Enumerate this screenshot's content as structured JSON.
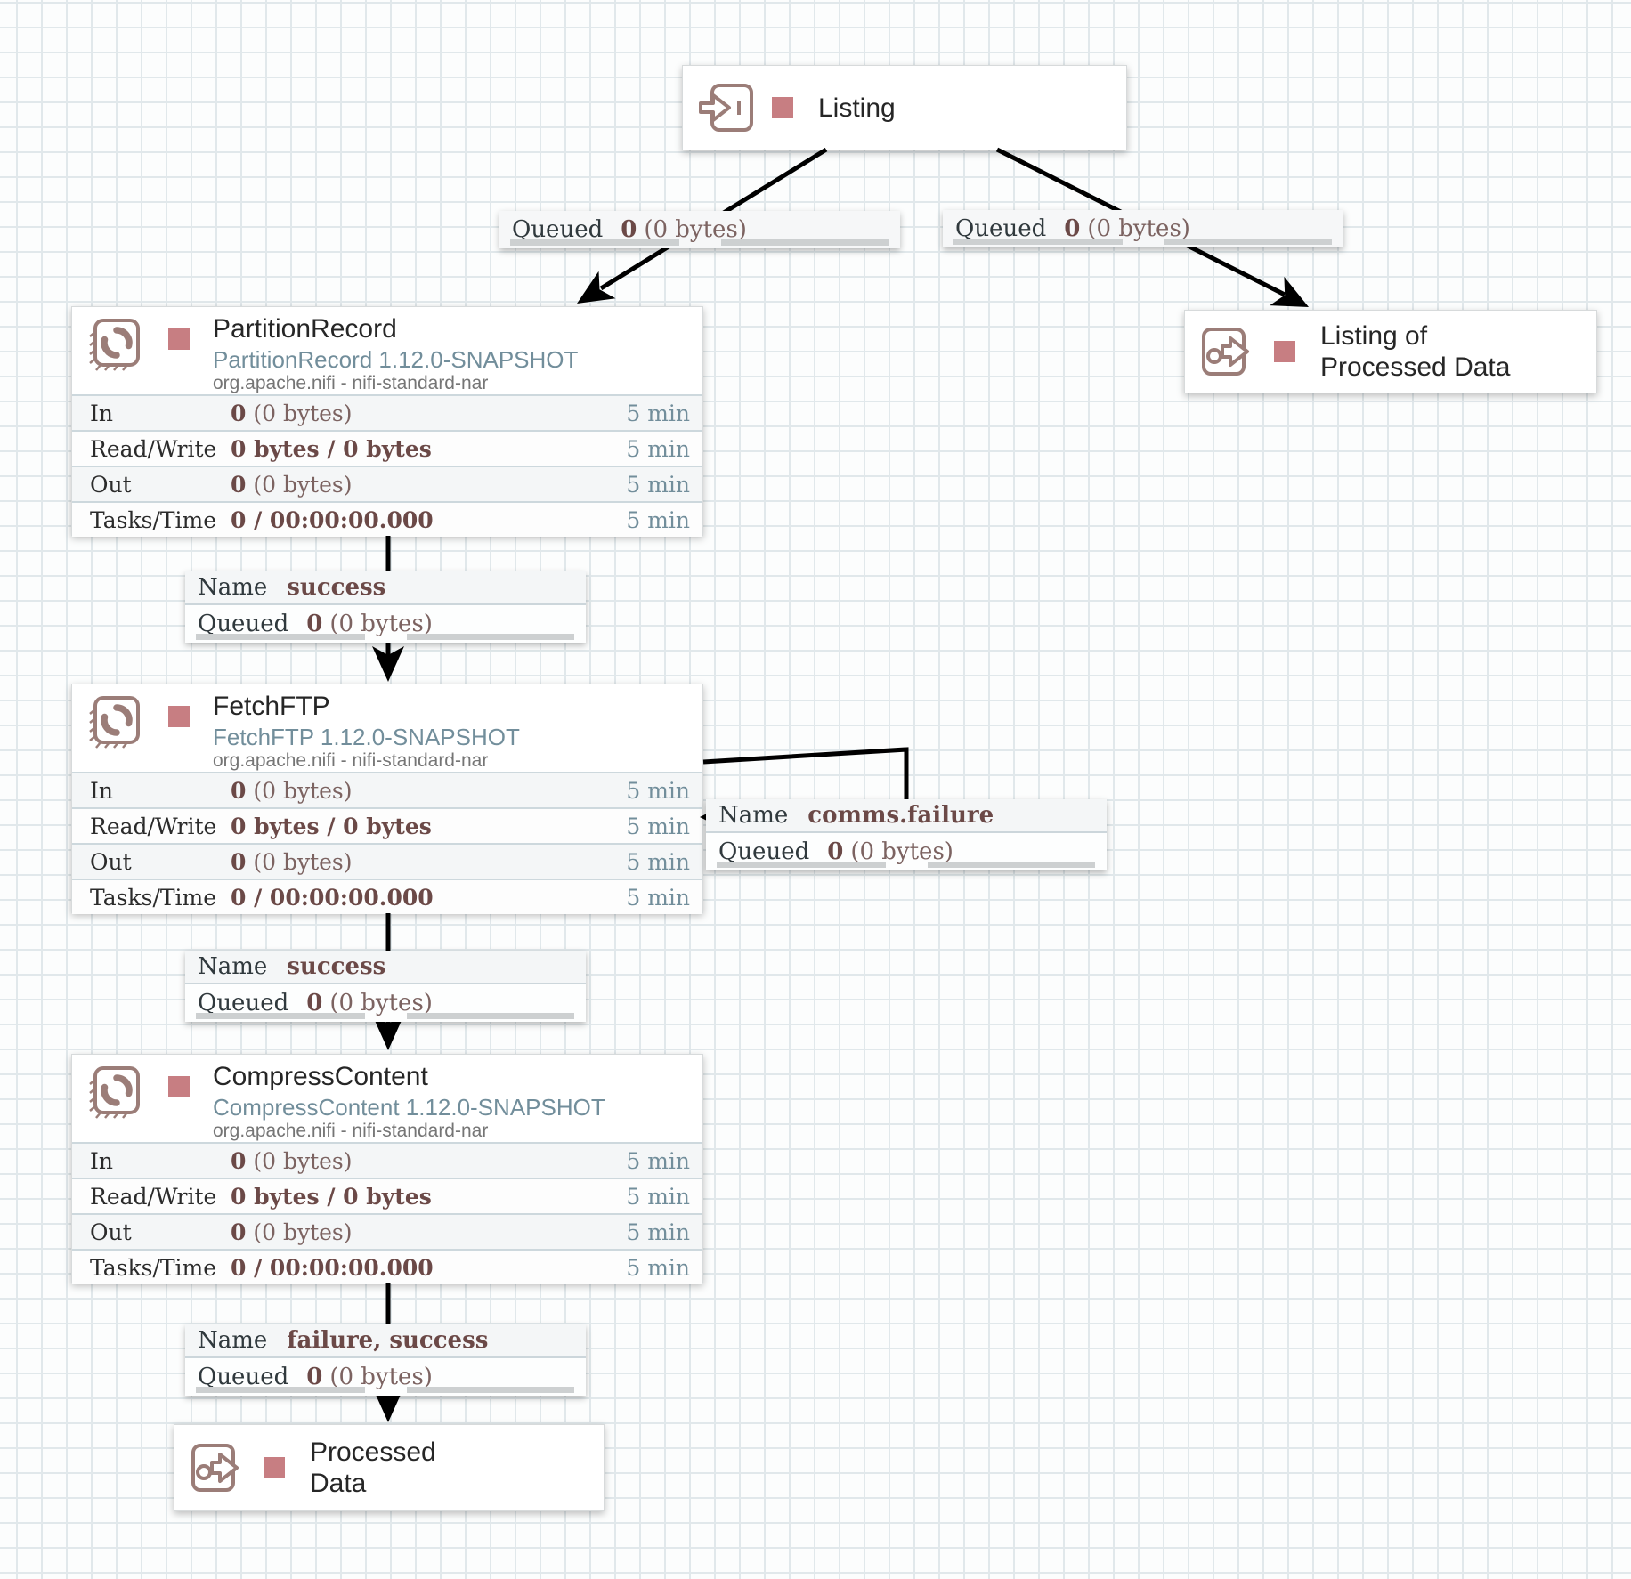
{
  "colors": {
    "accent_red": "#c77e82",
    "icon_stroke": "#9b7d78",
    "value_brown": "#6b4947",
    "window_blue": "#728e9b",
    "connection_line": "#000000"
  },
  "ports": {
    "listing": {
      "line1": "Listing"
    },
    "listing_of_processed_data": {
      "line1": "Listing of",
      "line2": "Processed Data"
    },
    "processed_data": {
      "line1": "Processed",
      "line2": "Data"
    }
  },
  "processors": {
    "partition_record": {
      "name": "PartitionRecord",
      "type": "PartitionRecord 1.12.0-SNAPSHOT",
      "bundle": "org.apache.nifi - nifi-standard-nar",
      "stats": [
        {
          "label": "In",
          "primary": "0",
          "secondary": " (0 bytes)",
          "window": "5 min"
        },
        {
          "label": "Read/Write",
          "primary": "0 bytes / 0 bytes",
          "secondary": "",
          "window": "5 min"
        },
        {
          "label": "Out",
          "primary": "0",
          "secondary": " (0 bytes)",
          "window": "5 min"
        },
        {
          "label": "Tasks/Time",
          "primary": "0 / 00:00:00.000",
          "secondary": "",
          "window": "5 min"
        }
      ]
    },
    "fetch_ftp": {
      "name": "FetchFTP",
      "type": "FetchFTP 1.12.0-SNAPSHOT",
      "bundle": "org.apache.nifi - nifi-standard-nar",
      "stats": [
        {
          "label": "In",
          "primary": "0",
          "secondary": " (0 bytes)",
          "window": "5 min"
        },
        {
          "label": "Read/Write",
          "primary": "0 bytes / 0 bytes",
          "secondary": "",
          "window": "5 min"
        },
        {
          "label": "Out",
          "primary": "0",
          "secondary": " (0 bytes)",
          "window": "5 min"
        },
        {
          "label": "Tasks/Time",
          "primary": "0 / 00:00:00.000",
          "secondary": "",
          "window": "5 min"
        }
      ]
    },
    "compress_content": {
      "name": "CompressContent",
      "type": "CompressContent 1.12.0-SNAPSHOT",
      "bundle": "org.apache.nifi - nifi-standard-nar",
      "stats": [
        {
          "label": "In",
          "primary": "0",
          "secondary": " (0 bytes)",
          "window": "5 min"
        },
        {
          "label": "Read/Write",
          "primary": "0 bytes / 0 bytes",
          "secondary": "",
          "window": "5 min"
        },
        {
          "label": "Out",
          "primary": "0",
          "secondary": " (0 bytes)",
          "window": "5 min"
        },
        {
          "label": "Tasks/Time",
          "primary": "0 / 00:00:00.000",
          "secondary": "",
          "window": "5 min"
        }
      ]
    }
  },
  "connections": {
    "listing_to_partition_record": {
      "queued": {
        "label": "Queued",
        "count": "0",
        "size": " (0 bytes)"
      }
    },
    "listing_to_listing_of_processed_data": {
      "queued": {
        "label": "Queued",
        "count": "0",
        "size": " (0 bytes)"
      }
    },
    "partition_record_success": {
      "name": {
        "label": "Name",
        "value": "success"
      },
      "queued": {
        "label": "Queued",
        "count": "0",
        "size": " (0 bytes)"
      }
    },
    "fetch_ftp_comms_failure": {
      "name": {
        "label": "Name",
        "value": "comms.failure"
      },
      "queued": {
        "label": "Queued",
        "count": "0",
        "size": " (0 bytes)"
      }
    },
    "fetch_ftp_success": {
      "name": {
        "label": "Name",
        "value": "success"
      },
      "queued": {
        "label": "Queued",
        "count": "0",
        "size": " (0 bytes)"
      }
    },
    "compress_content_failure_success": {
      "name": {
        "label": "Name",
        "value": "failure, success"
      },
      "queued": {
        "label": "Queued",
        "count": "0",
        "size": " (0 bytes)"
      }
    }
  }
}
